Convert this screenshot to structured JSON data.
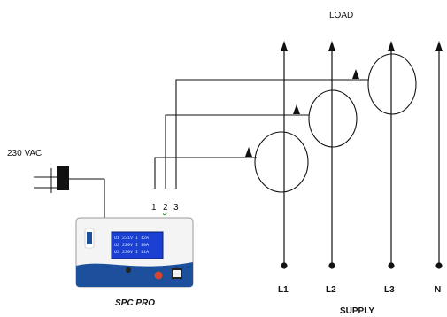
{
  "labels": {
    "load": "LOAD",
    "supply": "SUPPLY",
    "input_voltage": "230 VAC",
    "ct_terminals": [
      "1",
      "2",
      "3"
    ],
    "lines": [
      "L1",
      "L2",
      "L3",
      "N"
    ],
    "device_name": "SPC PRO"
  },
  "colors": {
    "wire": "#111111",
    "device_body": "#f4f4f4",
    "device_accent": "#1c4f9c",
    "lcd": "#1b3fd0",
    "button_red": "#d8452b"
  },
  "icons": {
    "arrow": "arrow-up-icon",
    "terminal": "terminal-dot-icon",
    "ct": "current-transformer-icon",
    "plug": "plug-icon"
  }
}
